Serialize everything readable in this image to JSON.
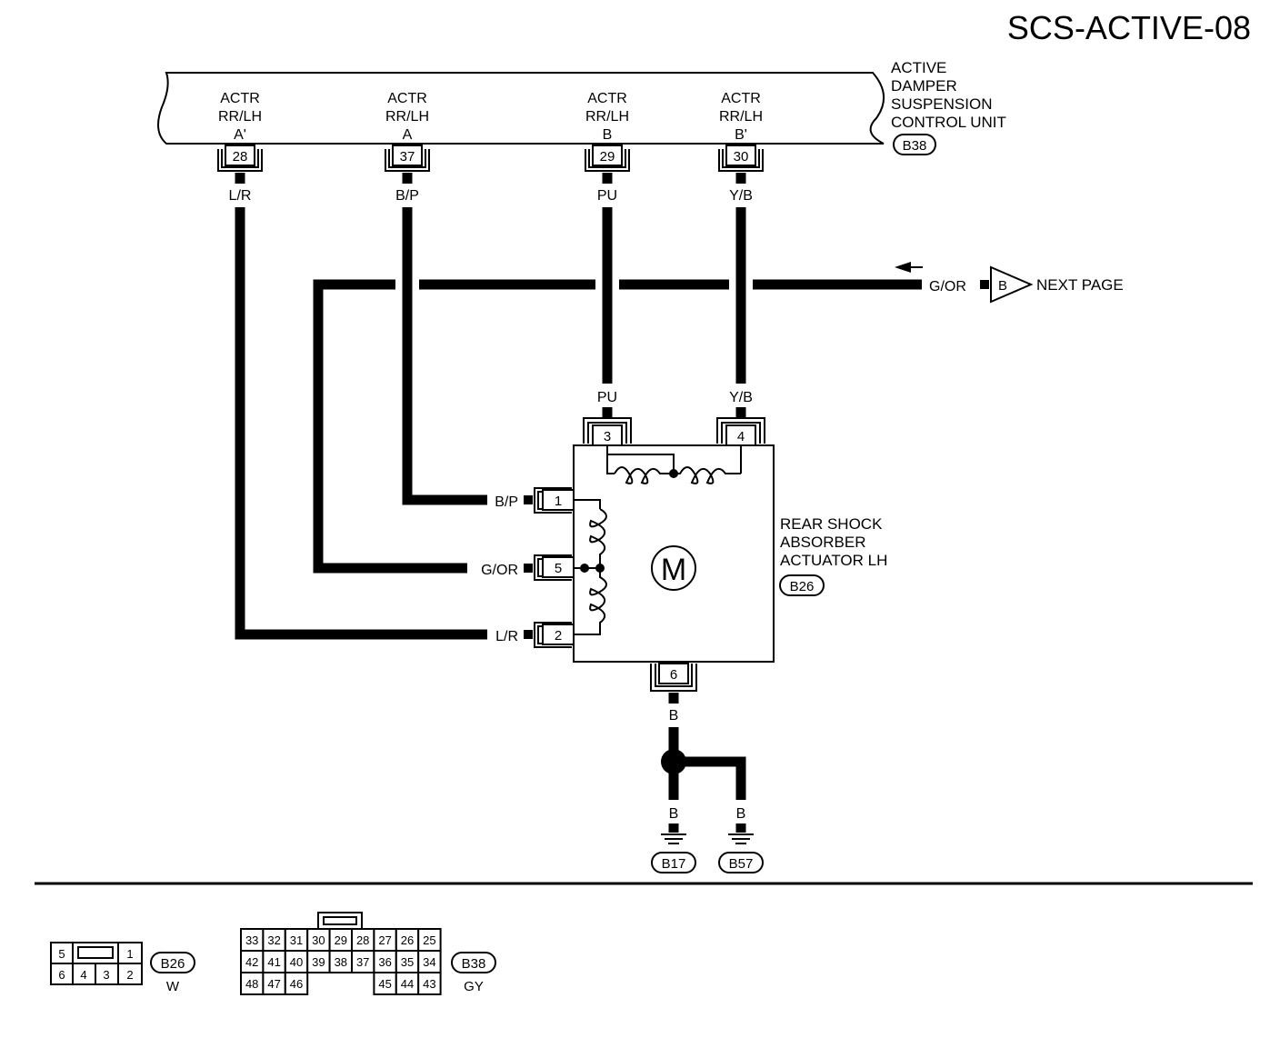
{
  "title": "SCS-ACTIVE-08",
  "control_unit": {
    "name_lines": [
      "ACTIVE",
      "DAMPER",
      "SUSPENSION",
      "CONTROL UNIT"
    ],
    "connector": "B38",
    "terminals": [
      {
        "line1": "ACTR",
        "line2": "RR/LH",
        "line3": "A'",
        "pin": "28",
        "wire": "L/R"
      },
      {
        "line1": "ACTR",
        "line2": "RR/LH",
        "line3": "A",
        "pin": "37",
        "wire": "B/P"
      },
      {
        "line1": "ACTR",
        "line2": "RR/LH",
        "line3": "B",
        "pin": "29",
        "wire": "PU"
      },
      {
        "line1": "ACTR",
        "line2": "RR/LH",
        "line3": "B'",
        "pin": "30",
        "wire": "Y/B"
      }
    ]
  },
  "next_page": {
    "wire": "G/OR",
    "marker": "B",
    "label": "NEXT PAGE"
  },
  "actuator": {
    "name_lines": [
      "REAR SHOCK",
      "ABSORBER",
      "ACTUATOR LH"
    ],
    "connector": "B26",
    "motor_symbol": "M",
    "top_pins": [
      {
        "pin": "3",
        "wire": "PU"
      },
      {
        "pin": "4",
        "wire": "Y/B"
      }
    ],
    "side_pins": [
      {
        "pin": "1",
        "wire": "B/P"
      },
      {
        "pin": "5",
        "wire": "G/OR"
      },
      {
        "pin": "2",
        "wire": "L/R"
      }
    ],
    "bottom_pin": {
      "pin": "6",
      "wire": "B"
    }
  },
  "grounds": [
    {
      "wire": "B",
      "connector": "B17"
    },
    {
      "wire": "B",
      "connector": "B57"
    }
  ],
  "connector_views": [
    {
      "id": "B26",
      "color": "W",
      "rows": [
        [
          "5",
          "",
          "1"
        ],
        [
          "6",
          "4",
          "3",
          "2"
        ]
      ]
    },
    {
      "id": "B38",
      "color": "GY",
      "rows": [
        [
          "33",
          "32",
          "31",
          "30",
          "29",
          "28",
          "27",
          "26",
          "25"
        ],
        [
          "42",
          "41",
          "40",
          "39",
          "38",
          "37",
          "36",
          "35",
          "34"
        ],
        [
          "48",
          "47",
          "46",
          "",
          "",
          "",
          "45",
          "44",
          "43"
        ]
      ]
    }
  ]
}
